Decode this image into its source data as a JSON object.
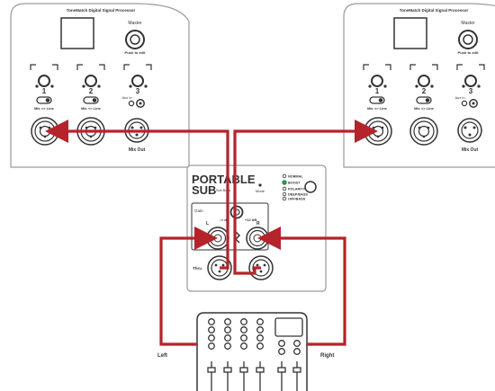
{
  "speaker_panel": {
    "processor_label": "ToneMatch Digital Signal Processor",
    "master_label": "Master",
    "push_label": "Push to edit",
    "channel_1": "1",
    "channel_2": "2",
    "channel_3": "3",
    "aux_in_label": "Aux in",
    "mic_line_1": "Mic <> Line",
    "mic_line_2": "Mic <> Line",
    "mix_out_label": "Mix Out"
  },
  "sub_panel": {
    "title_line_1": "PORTABLE",
    "title_line_2": "SUB",
    "model_label": "Sub Bass",
    "mode_label": "Mode",
    "mode_options": [
      "NORMAL",
      "BOOST",
      "POLARITY",
      "DEEP/BASS",
      "OFF/BASS"
    ],
    "gain_label": "Gain",
    "left_label": "L",
    "right_label": "R",
    "level_left": "-∞ dB",
    "level_right": "+12 dB",
    "thru_label": "Thru"
  },
  "mixer": {
    "left_label": "Left",
    "right_label": "Right"
  },
  "colors": {
    "cable": "#b5232b",
    "panel_border": "#999999",
    "panel_fill": "#ffffff",
    "ink": "#333333"
  }
}
